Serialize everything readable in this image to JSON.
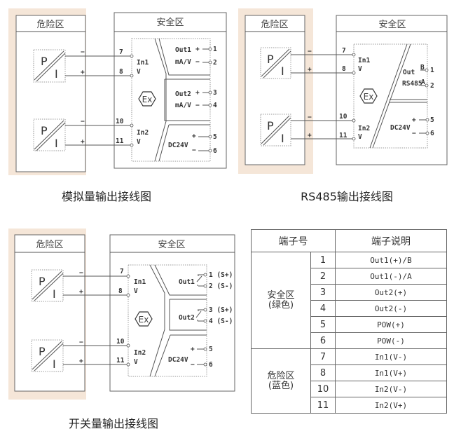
{
  "diagrams": [
    {
      "hazard_title": "危险区",
      "safe_title": "安全区",
      "caption": "模拟量输出接线图",
      "in1": "In1",
      "in2": "In2",
      "v": "V",
      "t7": "7",
      "t8": "8",
      "t10": "10",
      "t11": "11",
      "minus": "−",
      "plus": "+",
      "p": "P",
      "i": "I",
      "out1": "Out1",
      "out2": "Out2",
      "unit": "mA/V",
      "t1": "1",
      "t2": "2",
      "t3": "3",
      "t4": "4",
      "t5": "5",
      "t6": "6",
      "dc": "DC24V",
      "ex": "Ex"
    },
    {
      "hazard_title": "危险区",
      "safe_title": "安全区",
      "caption": "RS485输出接线图",
      "in1": "In1",
      "in2": "In2",
      "v": "V",
      "t7": "7",
      "t8": "8",
      "t10": "10",
      "t11": "11",
      "minus": "−",
      "plus": "+",
      "p": "P",
      "i": "I",
      "out": "Out",
      "rs485": "RS485",
      "b": "B",
      "a": "A",
      "t1": "1",
      "t2": "2",
      "t5": "5",
      "t6": "6",
      "dc": "DC24V",
      "ex": "Ex"
    },
    {
      "hazard_title": "危险区",
      "safe_title": "安全区",
      "caption": "开关量输出接线图",
      "in1": "In1",
      "in2": "In2",
      "v": "V",
      "t7": "7",
      "t8": "8",
      "t10": "10",
      "t11": "11",
      "minus": "−",
      "plus": "+",
      "p": "P",
      "i": "I",
      "out1": "Out1",
      "out2": "Out2",
      "t1": "1 (S+)",
      "t2": "2 (S-)",
      "t3": "3 (S+)",
      "t4": "4 (S-)",
      "t5": "5",
      "t6": "6",
      "dc": "DC24V",
      "ex": "Ex"
    }
  ],
  "table": {
    "headers": [
      "端子号",
      "端子说明"
    ],
    "groups": [
      {
        "label": "安全区",
        "sub": "(绿色)"
      },
      {
        "label": "危险区",
        "sub": "(蓝色)"
      }
    ],
    "rows": [
      {
        "no": "1",
        "desc": "Out1(+)/B"
      },
      {
        "no": "2",
        "desc": "Out1(-)/A"
      },
      {
        "no": "3",
        "desc": "Out2(+)"
      },
      {
        "no": "4",
        "desc": "Out2(-)"
      },
      {
        "no": "5",
        "desc": "POW(+)"
      },
      {
        "no": "6",
        "desc": "POW(-)"
      },
      {
        "no": "7",
        "desc": "In1(V-)"
      },
      {
        "no": "8",
        "desc": "In1(V+)"
      },
      {
        "no": "10",
        "desc": "In2(V-)"
      },
      {
        "no": "11",
        "desc": "In2(V+)"
      }
    ]
  }
}
